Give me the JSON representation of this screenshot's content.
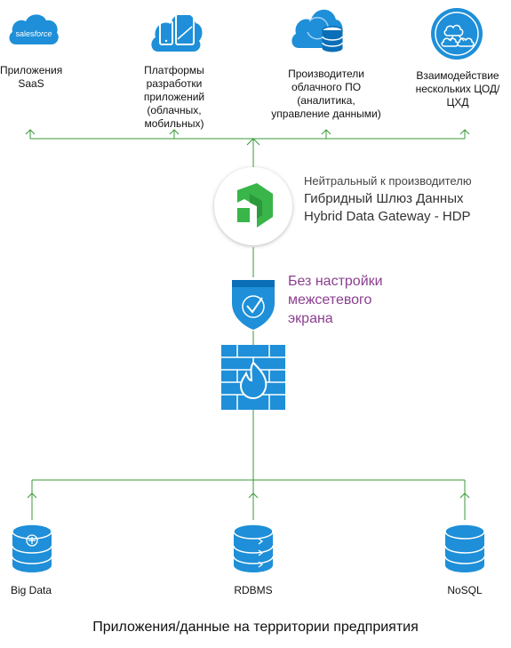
{
  "top_nodes": [
    {
      "label": "Приложения\nSaaS",
      "icon": "salesforce-cloud-icon",
      "logo_text_1": "sales",
      "logo_text_2": "force"
    },
    {
      "label": "Платформы разработки\nприложений\n(облачных, мобильных)",
      "icon": "mobile-devices-cloud-icon"
    },
    {
      "label": "Производители\nоблачного ПО\n(аналитика,\nуправление данными)",
      "icon": "cloud-database-icon"
    },
    {
      "label": "Взаимодействие\nнескольких ЦОД/\nЦХД",
      "icon": "multi-cloud-circle-icon"
    }
  ],
  "gateway": {
    "line1": "Нейтральный к производителю",
    "line2": "Гибридный Шлюз Данных",
    "line3": "Hybrid Data Gateway - HDP",
    "icon": "progress-logo-icon"
  },
  "firewall": {
    "text": "Без настройки\nмежсетевого\nэкрана",
    "shield_icon": "shield-check-icon",
    "wall_icon": "firewall-icon"
  },
  "bottom_nodes": [
    {
      "label": "Big Data",
      "icon": "database-plus-icon"
    },
    {
      "label": "RDBMS",
      "icon": "database-arrows-icon"
    },
    {
      "label": "NoSQL",
      "icon": "database-icon"
    }
  ],
  "footer": "Приложения/данные на территории предприятия",
  "colors": {
    "line": "#3a9a3a",
    "icon_blue": "#1e8fd8",
    "icon_dark": "#0a6fb8",
    "hdp_green": "#39b54a",
    "firewall_text": "#8b3f8f"
  }
}
